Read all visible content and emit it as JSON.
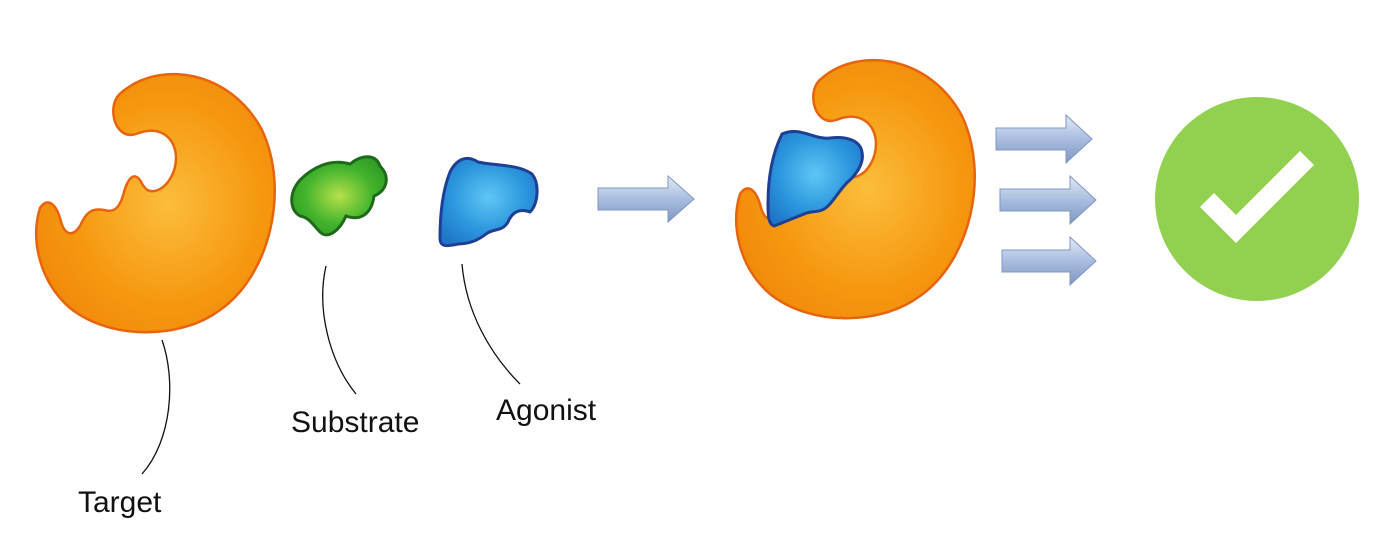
{
  "labels": {
    "target": "Target",
    "substrate": "Substrate",
    "agonist": "Agonist"
  },
  "colors": {
    "target_fill": "#f6960f",
    "target_outline": "#e8640c",
    "substrate_fill": "#38b229",
    "substrate_outline": "#1d6b19",
    "agonist_fill": "#2b93db",
    "agonist_outline": "#1e3f94",
    "arrow_fill": "#9fb5d8",
    "check_circle": "#92d050",
    "check_mark": "#ffffff"
  },
  "icons": {
    "process_arrow": "right-arrow-icon",
    "result": "checkmark-icon"
  }
}
